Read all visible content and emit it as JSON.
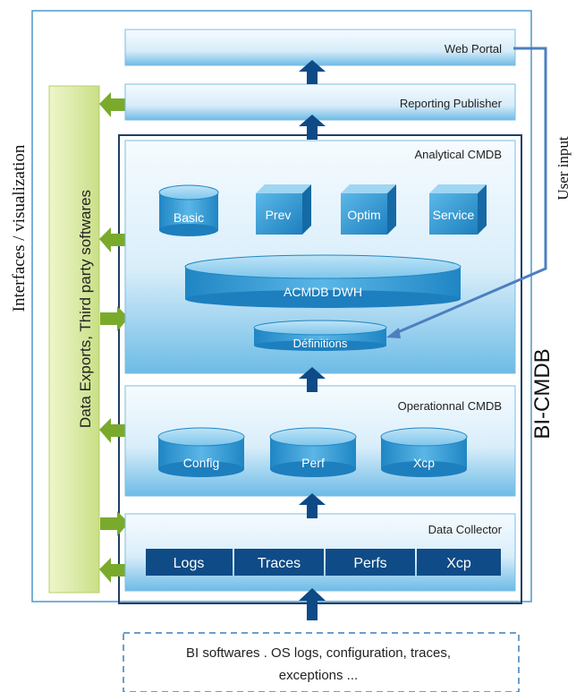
{
  "outer_label": "Interfaces / visualization",
  "side_label": "BI-CMDB",
  "user_input_label": "User input",
  "exports_label": "Data Exports, Third party softwares",
  "web_portal": "Web Portal",
  "reporting_publisher": "Reporting Publisher",
  "analytical": {
    "title": "Analytical CMDB",
    "basic": "Basic",
    "prev": "Prev",
    "optim": "Optim",
    "service": "Service",
    "dwh": "ACMDB DWH",
    "definitions": "Définitions"
  },
  "operational": {
    "title": "Operationnal CMDB",
    "config": "Config",
    "perf": "Perf",
    "xcp": "Xcp"
  },
  "collector": {
    "title": "Data Collector",
    "cells": [
      "Logs",
      "Traces",
      "Perfs",
      "Xcp"
    ]
  },
  "sources": {
    "line1": "BI softwares . OS logs, configuration, traces,",
    "line2": "exceptions ..."
  },
  "colors": {
    "dark_blue": "#0d4a86",
    "light_blue": "#e8f4fc",
    "mid_blue": "#4fa8dc",
    "green": "#76a82a",
    "pale_green": "#e6f0b4"
  }
}
